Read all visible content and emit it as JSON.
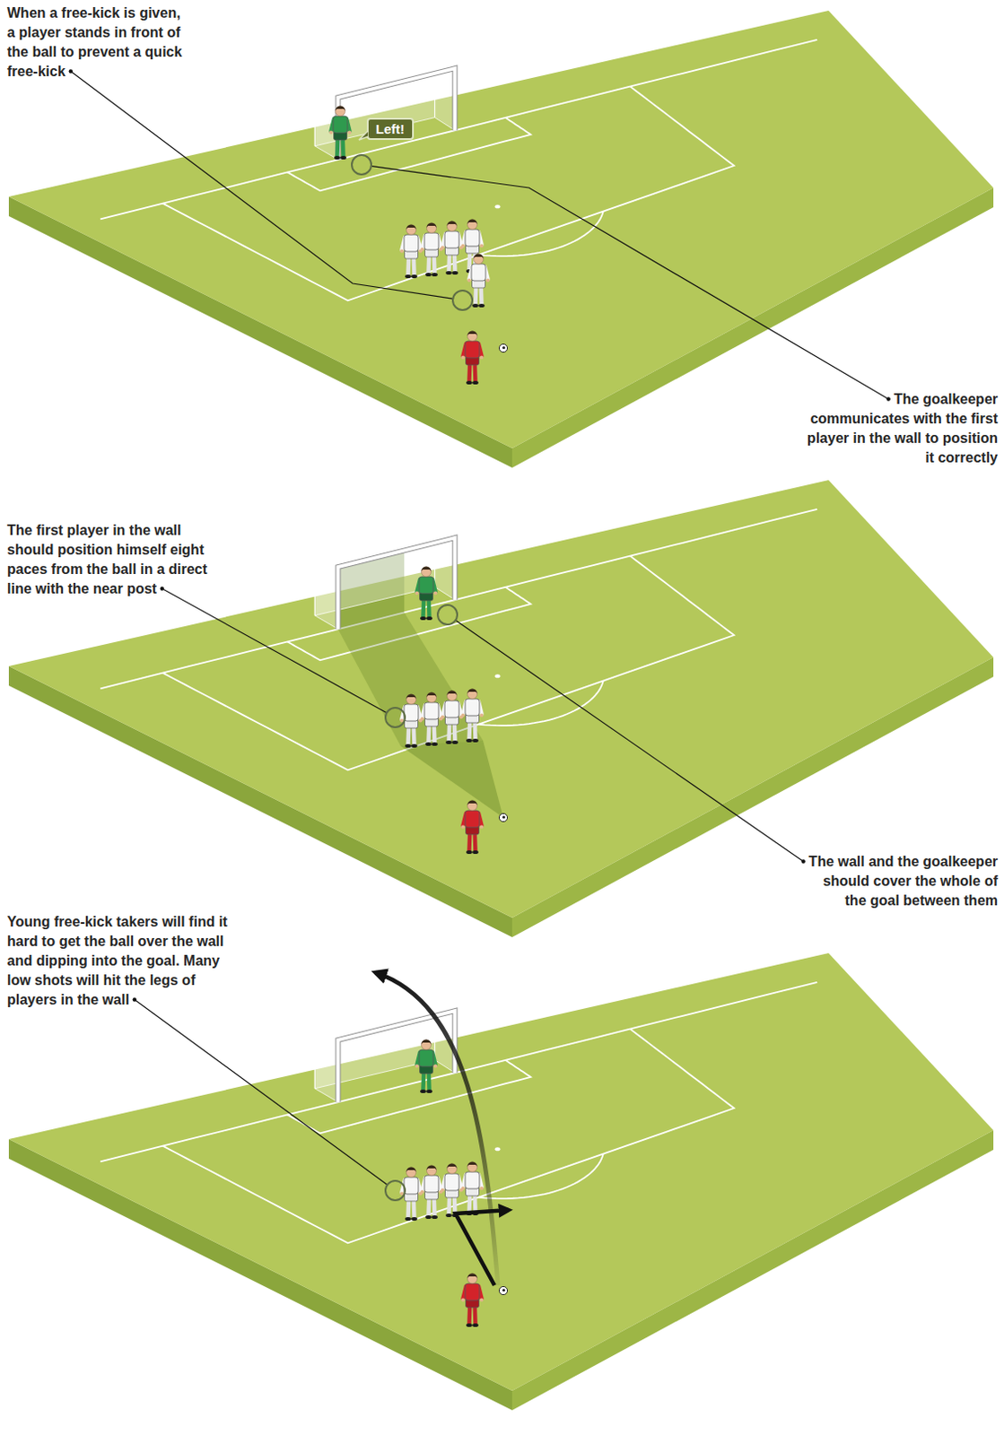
{
  "diagram": {
    "nodes": [
      {
        "text": [
          "Left!"
        ]
      }
    ],
    "labels": [
      "When a free-kick is given, a player stands in front of the ball to prevent a quick free-kick",
      "The goalkeeper communicates with the first player in the wall to position it correctly",
      "The first player in the wall should position himself eight paces from the ball in a direct line with the near post",
      "The wall and the goalkeeper should cover the whole of the goal between them",
      "Young free-kick takers will find it hard to get the ball over the wall and dipping into the goal. Many low shots will hit the legs of players in the wall"
    ]
  }
}
